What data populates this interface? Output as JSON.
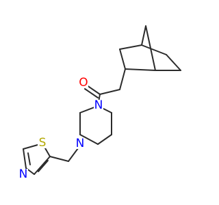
{
  "molecule": {
    "atoms": {
      "oxygen": {
        "label": "O",
        "color": "#ff0000"
      },
      "piperazine_n_top": {
        "label": "N",
        "color": "#0000ff"
      },
      "piperazine_n_bottom": {
        "label": "N",
        "color": "#0000ff"
      },
      "thiazole_s": {
        "label": "S",
        "color": "#b3a800"
      },
      "thiazole_n": {
        "label": "N",
        "color": "#0000ff"
      }
    },
    "bond_color": "#2b2b2b"
  }
}
